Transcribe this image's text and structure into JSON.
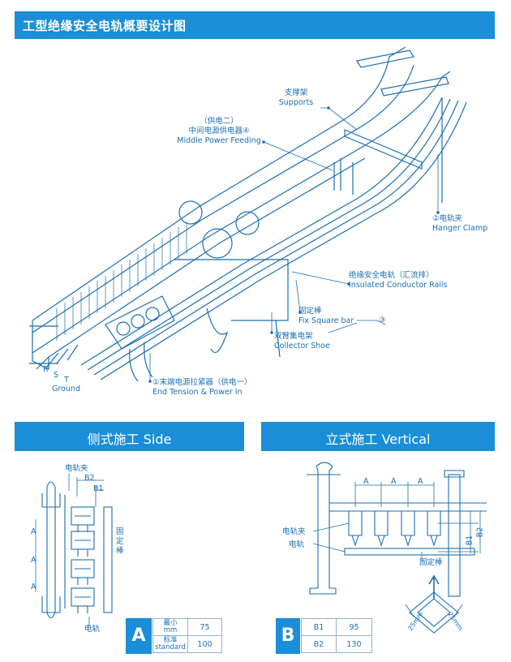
{
  "header": {
    "title": "工型绝缘安全电轨概要设计图"
  },
  "top": {
    "supports_cn": "支撑架",
    "supports_en": "Supports",
    "mid_cn1": "（供电二）",
    "mid_cn2": "中间电源供电器④",
    "mid_en": "Middle Power Feeding",
    "hanger_cn": "②电轨夹",
    "hanger_en": "Hanger Clamp",
    "rails_cn": "绝缘安全电轨（汇流排）",
    "rails_en": "Insulated Conductor Rails",
    "fix_cn": "固定棒",
    "fix_en": "Fix Square bar",
    "three": "③",
    "shoe_cn": "双臂集电架",
    "shoe_en": "Collector Shoe",
    "end_cn": "①末端电源拉紧器（供电一）",
    "end_en": "End Tension & Power In",
    "r": "R",
    "s": "S",
    "t": "T",
    "ground": "Ground"
  },
  "side": {
    "title": "侧式施工 Side",
    "clamp": "电轨夹",
    "b2": "B2",
    "b1": "B1",
    "fixed_bar": "固定棒",
    "rail": "电轨",
    "a_marks": [
      "A",
      "A",
      "A"
    ],
    "table": {
      "letter": "A",
      "rows": [
        {
          "k1": "最小",
          "k2": "mm",
          "v": "75"
        },
        {
          "k1": "标准",
          "k2": "standard",
          "v": "100"
        }
      ]
    }
  },
  "vertical": {
    "title": "立式施工 Vertical",
    "a_marks": [
      "A",
      "A",
      "A"
    ],
    "clamp": "电轨夹",
    "rail": "电轨",
    "fixed_bar": "固定棒",
    "b1": "B1",
    "b2": "B2",
    "dim1": "25mm",
    "dim2": "25mm",
    "table": {
      "letter": "B",
      "rows": [
        {
          "k": "B1",
          "v": "95"
        },
        {
          "k": "B2",
          "v": "130"
        }
      ]
    }
  }
}
